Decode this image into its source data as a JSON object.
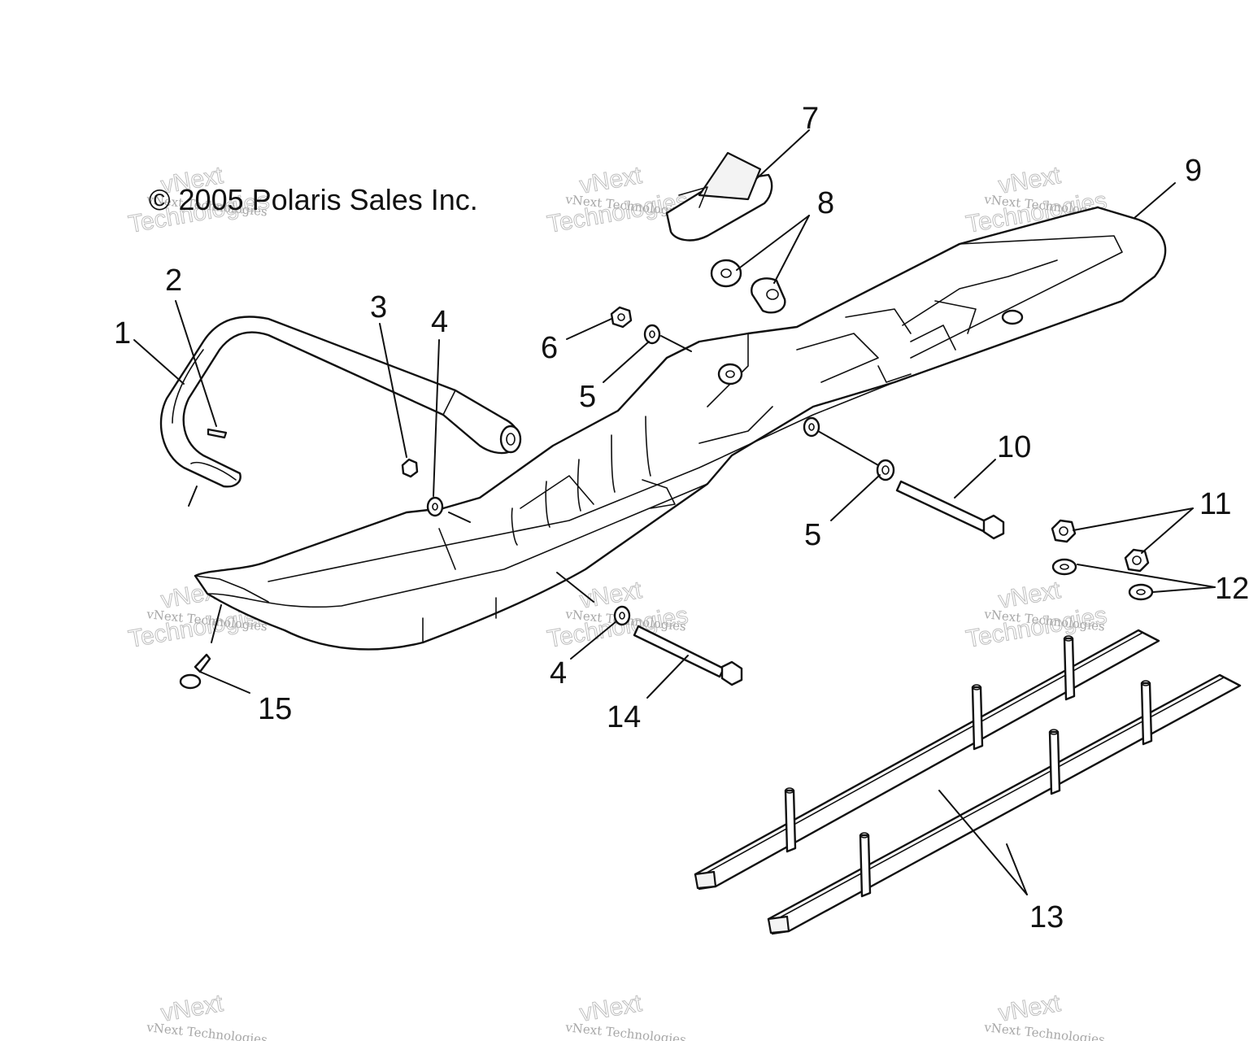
{
  "copyright": "© 2005 Polaris Sales Inc.",
  "watermark": {
    "top_text": "vNext",
    "small_text": "vNext Technologies",
    "big_text": "Technologies"
  },
  "callouts": {
    "c1": "1",
    "c2": "2",
    "c3": "3",
    "c4a": "4",
    "c4b": "4",
    "c5a": "5",
    "c5b": "5",
    "c6": "6",
    "c7": "7",
    "c8": "8",
    "c9": "9",
    "c10": "10",
    "c11": "11",
    "c12": "12",
    "c13": "13",
    "c14": "14",
    "c15": "15"
  }
}
